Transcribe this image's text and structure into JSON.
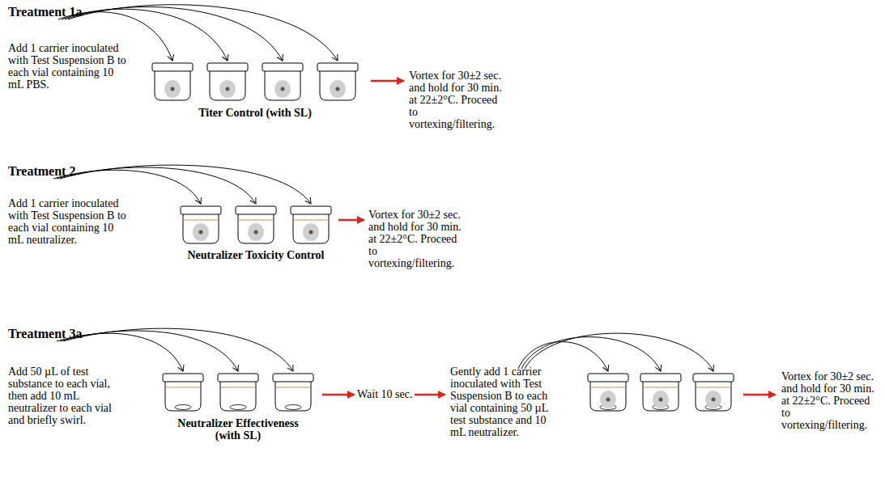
{
  "diagram": {
    "labels": [
      "Treatment 1a",
      "Add 1 carrier inoculated with Test Suspension B to each vial containing 10 mL PBS.",
      "Titer Control (with SL)",
      "Vortex for 30±2 sec. and hold for 30 min. at 22±2°C. Proceed to vortexing/filtering.",
      "Treatment 2",
      "Add 1 carrier inoculated with Test Suspension B to each vial containing 10 mL neutralizer.",
      "Neutralizer Toxicity Control",
      "Vortex for 30±2 sec. and hold for 30 min. at 22±2°C. Proceed to vortexing/filtering.",
      "Treatment 3a",
      "Add 50 µL of test substance to each vial, then add 10 mL neutralizer to each vial and briefly swirl.",
      "Neutralizer Effectiveness (with SL)",
      "Wait 10 sec.",
      "Gently add 1 carrier inoculated with Test Suspension B to each vial containing 50 µL test substance and 10 mL neutralizer.",
      "Vortex for 30±2 sec. and hold for 30 min. at 22±2°C. Proceed to vortexing/filtering."
    ]
  }
}
